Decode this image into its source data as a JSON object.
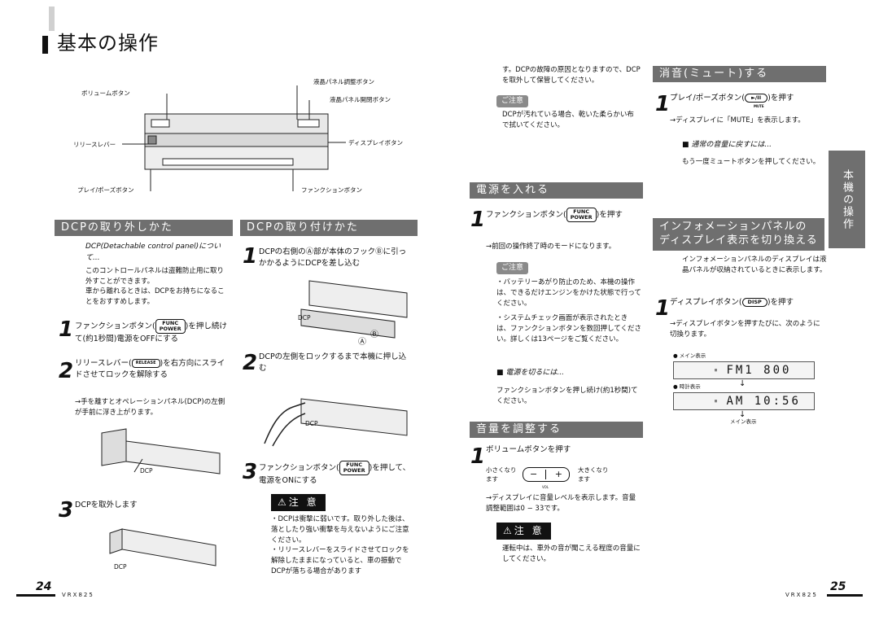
{
  "title": "基本の操作",
  "radio_diagram": {
    "volume_button": "ボリュームボタン",
    "lcd_adjust_button": "液晶パネル調整ボタン",
    "lcd_open_button": "液晶パネル開閉ボタン",
    "release_lever": "リリースレバー",
    "display_button": "ディスプレイボタン",
    "play_pause_button": "プレイ/ポーズボタン",
    "function_button": "ファンクションボタン"
  },
  "dcp_remove": {
    "header": "DCPの取り外しかた",
    "intro_title": "DCP(Detachable control panel)について...",
    "intro_body_1": "このコントロールパネルは盗難防止用に取り外すことができます。",
    "intro_body_2": "車から離れるときは、DCPをお持ちになることをおすすめします。",
    "step1_num": "1",
    "step1_a": "ファンクションボタン(",
    "step1_key_1": "FUNC",
    "step1_key_2": "POWER",
    "step1_b": ")を押し続けて(約1秒間)電源をOFFにする",
    "step2_num": "2",
    "step2_a": "リリースレバー(",
    "step2_key": "RELEASE",
    "step2_b": ")を右方向にスライドさせてロックを解除する",
    "step2_note": "→手を離すとオペレーションパネル(DCP)の左側が手前に浮き上がります。",
    "dcp_label": "DCP",
    "step3_num": "3",
    "step3_text": "DCPを取外します",
    "dcp_label_2": "DCP"
  },
  "dcp_attach": {
    "header": "DCPの取り付けかた",
    "step1_num": "1",
    "step1_text": "DCPの右側のⒶ部が本体のフックⒷに引っかかるようにDCPを差し込む",
    "dcp_label": "DCP",
    "label_a": "Ⓐ",
    "label_b": "Ⓑ",
    "step2_num": "2",
    "step2_text": "DCPの左側をロックするまで本機に押し込む",
    "dcp_label_2": "DCP",
    "step3_num": "3",
    "step3_a": "ファンクションボタン(",
    "step3_key_1": "FUNC",
    "step3_key_2": "POWER",
    "step3_b": ")を押して、電源をONにする",
    "warning_label": "注 意",
    "warning_text": "・DCPは衝撃に弱いです。取り外した後は、落としたり強い衝撃を与えないようにご注意ください。\n・リリースレバーをスライドさせてロックを解除したままになっていると、車の振動でDCPが落ちる場合があります"
  },
  "care": {
    "continued": "す。DCPの故障の原因となりますので、DCPを取外して保管してください。",
    "caution_label": "ご注意",
    "caution_text": "DCPが汚れている場合、乾いた柔らかい布で拭いてください。"
  },
  "power_on": {
    "header": "電源を入れる",
    "step1_num": "1",
    "step1_a": "ファンクションボタン(",
    "step1_key_1": "FUNC",
    "step1_key_2": "POWER",
    "step1_b": ")を押す",
    "step1_note": "→前回の操作終了時のモードになります。",
    "caution_label": "ご注意",
    "caution_text_1": "・バッテリーあがり防止のため、本機の操作は、できるだけエンジンをかけた状態で行ってください。",
    "caution_text_2": "・システムチェック画面が表示されたときは、ファンクションボタンを数回押してください。詳しくは13ページをご覧ください。",
    "off_title": "■ 電源を切るには...",
    "off_text": "ファンクションボタンを押し続け(約1秒間)てください。"
  },
  "volume": {
    "header": "音量を調整する",
    "step1_num": "1",
    "step1_text": "ボリュームボタンを押す",
    "quieter": "小さくなります",
    "louder": "大きくなります",
    "minus": "−",
    "plus": "+",
    "vol": "VOL",
    "note": "→ディスプレイに音量レベルを表示します。音量調整範囲は0 − 33です。",
    "warning_label": "注 意",
    "warning_text": "運転中は、車外の音が聞こえる程度の音量にしてください。"
  },
  "mute": {
    "header": "消音(ミュート)する",
    "step1_num": "1",
    "step1_a": "プレイ/ポーズボタン(",
    "step1_key": "►/II",
    "step1_key_sub": "MUTE",
    "step1_b": ")を押す",
    "step1_note": "→ディスプレイに「MUTE」を表示します。",
    "restore_title": "■ 通常の音量に戻すには...",
    "restore_text": "もう一度ミュートボタンを押してください。"
  },
  "side_tab": "本機の操作",
  "display_switch": {
    "header_1": "インフォメーションパネルの",
    "header_2": "ディスプレイ表示を切り換える",
    "intro": "インフォメーションパネルのディスプレイは液晶パネルが収納されているときに表示します。",
    "step1_num": "1",
    "step1_a": "ディスプレイボタン(",
    "step1_key": "DISP",
    "step1_b": ")を押す",
    "step1_note": "→ディスプレイボタンを押すたびに、次のように切換ります。",
    "main_display_label": "● メイン表示",
    "main_display_value": "FM1 800 ",
    "clock_display_label": "● 時計表示",
    "clock_display_value": "AM  10:56",
    "back_label": "メイン表示"
  },
  "footer": {
    "left_page": "24",
    "right_page": "25",
    "model": "VRX825"
  }
}
